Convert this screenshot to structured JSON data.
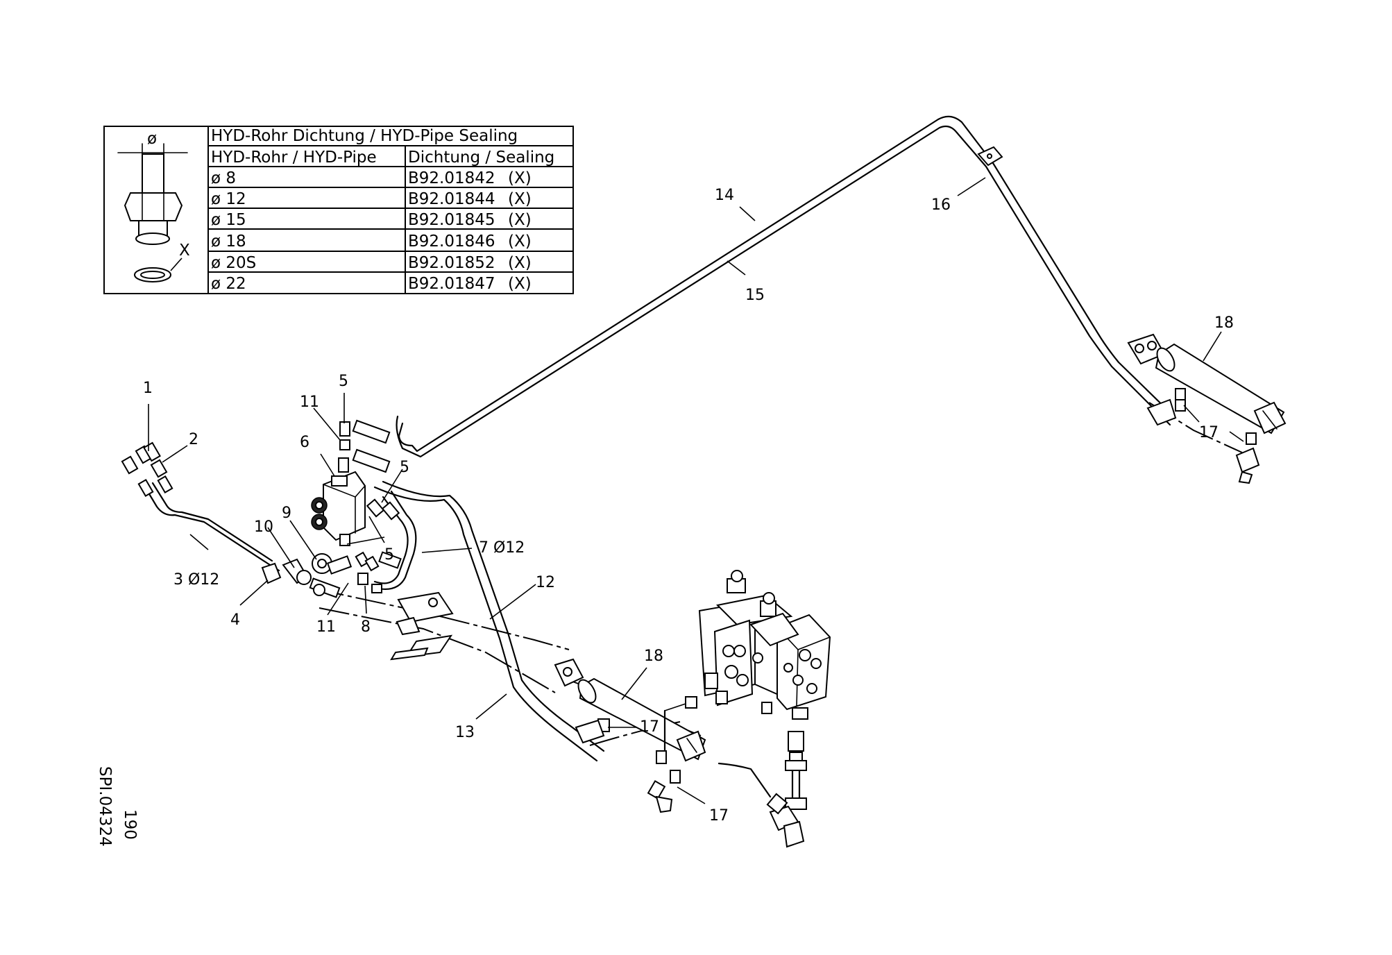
{
  "table": {
    "title": "HYD-Rohr Dichtung / HYD-Pipe Sealing",
    "col_pipe": "HYD-Rohr / HYD-Pipe",
    "col_seal": "Dichtung / Sealing",
    "symbol_diameter": "ø",
    "symbol_x": "X",
    "rows": [
      {
        "pipe": "ø 8",
        "seal": "B92.01842",
        "mark": "(X)"
      },
      {
        "pipe": "ø 12",
        "seal": "B92.01844",
        "mark": "(X)"
      },
      {
        "pipe": "ø 15",
        "seal": "B92.01845",
        "mark": "(X)"
      },
      {
        "pipe": "ø 18",
        "seal": "B92.01846",
        "mark": "(X)"
      },
      {
        "pipe": "ø 20S",
        "seal": "B92.01852",
        "mark": "(X)"
      },
      {
        "pipe": "ø 22",
        "seal": "B92.01847",
        "mark": "(X)"
      }
    ]
  },
  "callouts": {
    "c1": "1",
    "c2": "2",
    "c3": "3 Ø12",
    "c4": "4",
    "c5a": "5",
    "c5b": "5",
    "c5c": "5",
    "c6": "6",
    "c7": "7 Ø12",
    "c8": "8",
    "c9": "9",
    "c10": "10",
    "c11a": "11",
    "c11b": "11",
    "c12": "12",
    "c13": "13",
    "c14": "14",
    "c15": "15",
    "c16": "16",
    "c17a": "17",
    "c17b": "17",
    "c17c": "17",
    "c18a": "18",
    "c18b": "18"
  },
  "drawing_ref": {
    "code": "SPI.04324",
    "page": "190"
  }
}
